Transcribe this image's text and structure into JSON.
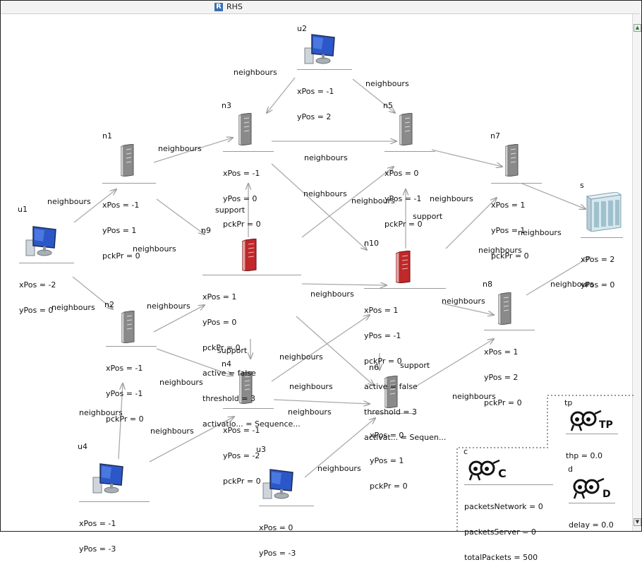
{
  "window": {
    "title": "RHS"
  },
  "nodes": {
    "u1": {
      "label": "u1",
      "attrs": [
        "xPos = -2",
        "yPos = 0"
      ]
    },
    "u2": {
      "label": "u2",
      "attrs": [
        "xPos = -1",
        "yPos = 2"
      ]
    },
    "u3": {
      "label": "u3",
      "attrs": [
        "xPos = 0",
        "yPos = -3"
      ]
    },
    "u4": {
      "label": "u4",
      "attrs": [
        "xPos = -1",
        "yPos = -3"
      ]
    },
    "n1": {
      "label": "n1",
      "attrs": [
        "xPos = -1",
        "yPos = 1",
        "pckPr = 0"
      ]
    },
    "n2": {
      "label": "n2",
      "attrs": [
        "xPos = -1",
        "yPos = -1",
        "pckPr = 0"
      ]
    },
    "n3": {
      "label": "n3",
      "attrs": [
        "xPos = -1",
        "yPos = 0",
        "pckPr = 0"
      ]
    },
    "n4": {
      "label": "n4",
      "attrs": [
        "xPos = -1",
        "yPos = -2",
        "pckPr = 0"
      ]
    },
    "n5": {
      "label": "n5",
      "attrs": [
        "xPos = 0",
        "yPos = -1",
        "pckPr = 0"
      ]
    },
    "n6": {
      "label": "n6",
      "attrs": [
        "xPos = 0",
        "yPos = 1",
        "pckPr = 0"
      ]
    },
    "n7": {
      "label": "n7",
      "attrs": [
        "xPos = 1",
        "yPos = 1",
        "pckPr = 0"
      ]
    },
    "n8": {
      "label": "n8",
      "attrs": [
        "xPos = 1",
        "yPos = 2",
        "pckPr = 0"
      ]
    },
    "n9": {
      "label": "n9",
      "attrs": [
        "xPos = 1",
        "yPos = 0",
        "pckPr = 0",
        "active = false",
        "threshold = 3",
        "activatio... = Sequence..."
      ]
    },
    "n10": {
      "label": "n10",
      "attrs": [
        "xPos = 1",
        "yPos = -1",
        "pckPr = 0",
        "active = false",
        "threshold = 3",
        "activat... = Sequen..."
      ]
    },
    "s": {
      "label": "s",
      "attrs": [
        "xPos = 2",
        "yPos = 0"
      ]
    },
    "tp": {
      "label": "tp",
      "attrs": [
        "thp = 0.0"
      ],
      "glyph": "TP"
    },
    "c": {
      "label": "c",
      "attrs": [
        "packetsNetwork = 0",
        "packetsServer = 0",
        "totalPackets = 500"
      ],
      "glyph": "C"
    },
    "d": {
      "label": "d",
      "attrs": [
        "delay = 0.0"
      ],
      "glyph": "D"
    }
  },
  "edges": {
    "u1_n1": "neighbours",
    "u1_n2": "neighbours",
    "n1_n3": "neighbours",
    "n1_n9": "neighbours",
    "u2_n3": "neighbours",
    "u2_n5": "neighbours",
    "n3_n5": "neighbours",
    "n3_n10": "neighbours",
    "n9_n5": "neighbours",
    "n9_n3": "support",
    "n10_n5": "support",
    "n10_n7": "neighbours",
    "n5_n7": "neighbours",
    "n7_s": "neighbours",
    "n8_s": "neighbours",
    "n10_n8": "neighbours",
    "n9_n10": "neighbours",
    "n2_n9": "neighbours",
    "n9_n4": "support",
    "n2_n4": "neighbours",
    "n4_n10": "neighbours",
    "n9_n6": "neighbours",
    "n4_n6": "neighbours",
    "n10_n6": "support",
    "n6_n8": "neighbours",
    "u4_n2": "neighbours",
    "u4_n4": "neighbours",
    "u3_n6": "neighbours"
  },
  "colors": {
    "edge": "#aaaaaa",
    "server_gray": "#8a8a8a",
    "server_red": "#c0282a",
    "monitor_screen": "#2b57c8",
    "titlebar_icon": "#3c6fb3"
  }
}
